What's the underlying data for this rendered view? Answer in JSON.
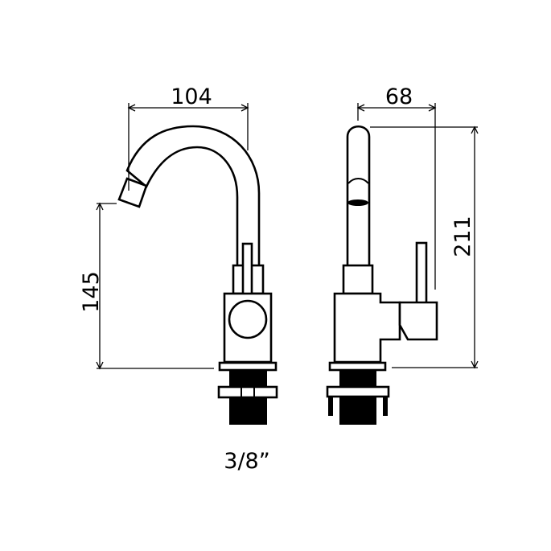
{
  "dimensions": {
    "spout_reach": "104",
    "spout_outlet_height": "145",
    "side_depth": "68",
    "total_height": "211",
    "connection_thread": "3/8”"
  },
  "colors": {
    "line": "#000000",
    "background": "#ffffff"
  }
}
